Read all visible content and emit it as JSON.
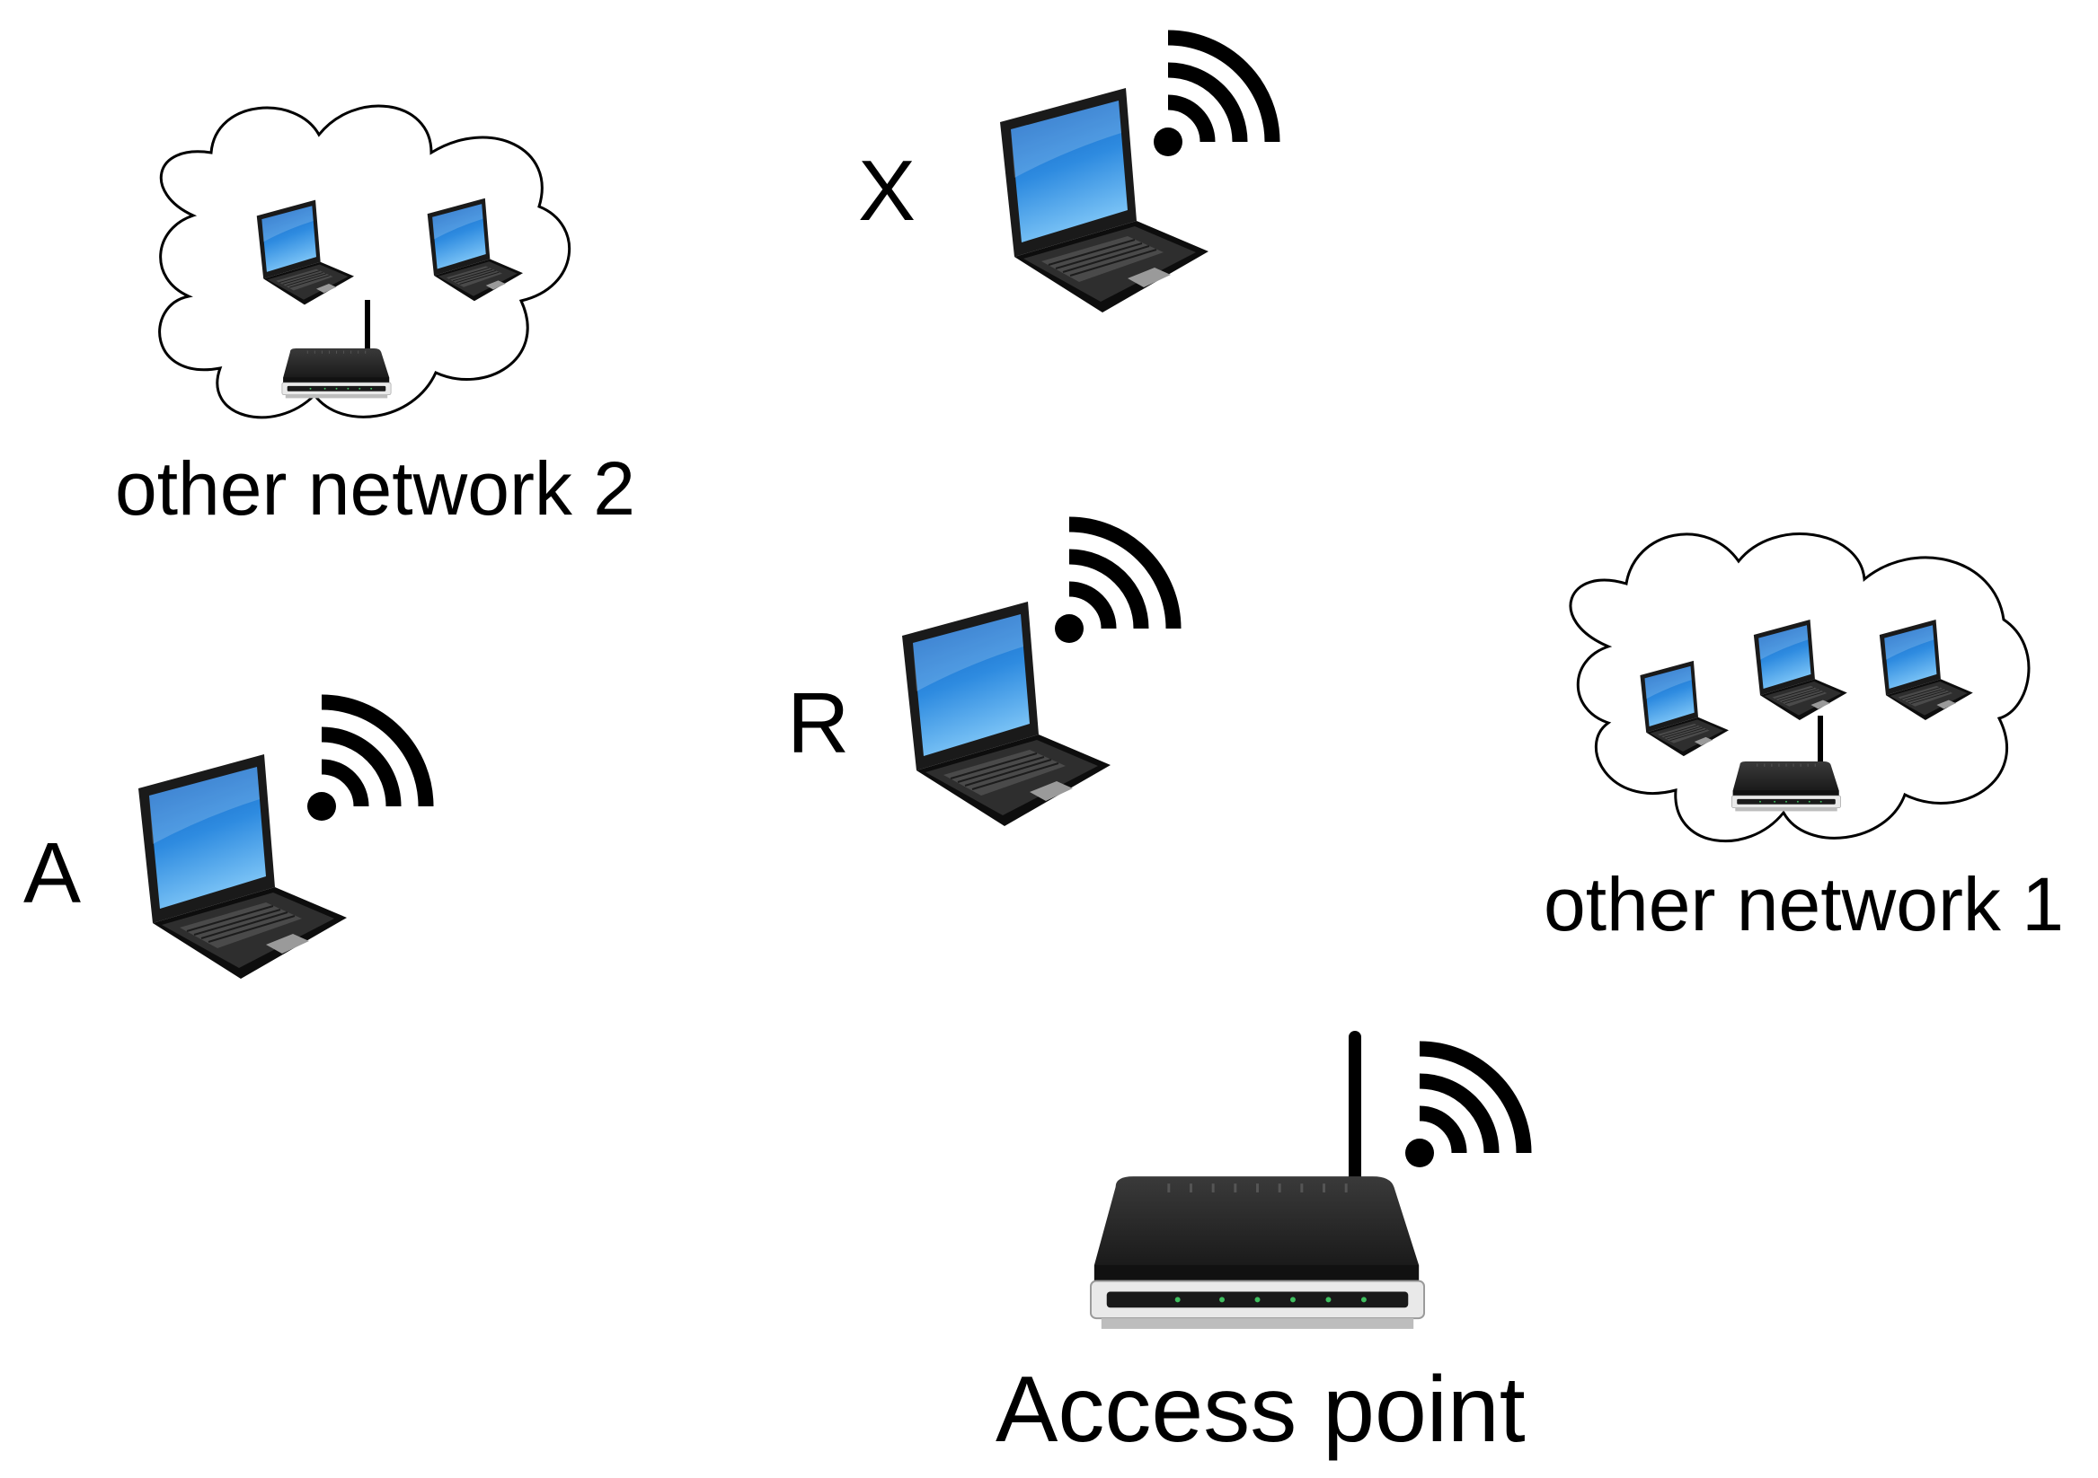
{
  "labels": {
    "node_x": "X",
    "node_r": "R",
    "node_a": "A",
    "access_point": "Access point",
    "other_network_2": "other network 2",
    "other_network_1": "other network 1"
  },
  "colors": {
    "background": "#ffffff",
    "ink": "#000000",
    "device_body": "#161616",
    "screen_top": "#0c5dbf",
    "screen_bottom": "#67b6f3",
    "cloud_fill": "#ffffff"
  },
  "icons": [
    "laptop-icon",
    "wifi-signal-icon",
    "router-icon",
    "cloud-icon"
  ]
}
